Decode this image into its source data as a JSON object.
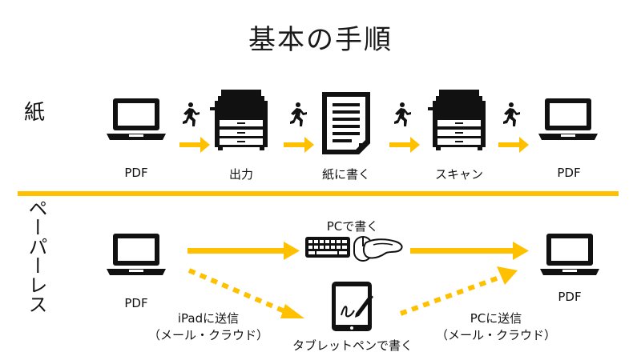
{
  "title": "基本の手順",
  "rows": {
    "paper": {
      "label": "紙",
      "steps": [
        "PDF",
        "出力",
        "紙に書く",
        "スキャン",
        "PDF"
      ]
    },
    "paperless": {
      "label": "ペーパーレス",
      "source_label": "PDF",
      "target_label": "PDF",
      "pc_label": "PCで書く",
      "tablet_label": "タブレットペンで書く",
      "send_ipad_line1": "iPadに送信",
      "send_ipad_line2": "（メール・クラウド）",
      "send_pc_line1": "PCに送信",
      "send_pc_line2": "（メール・クラウド）"
    }
  },
  "colors": {
    "accent": "#FFC000",
    "icon": "#111111"
  },
  "icons": [
    "laptop-icon",
    "runner-icon",
    "printer-icon",
    "document-icon",
    "keyboard-icon",
    "mouse-hand-icon",
    "tablet-pen-icon"
  ]
}
